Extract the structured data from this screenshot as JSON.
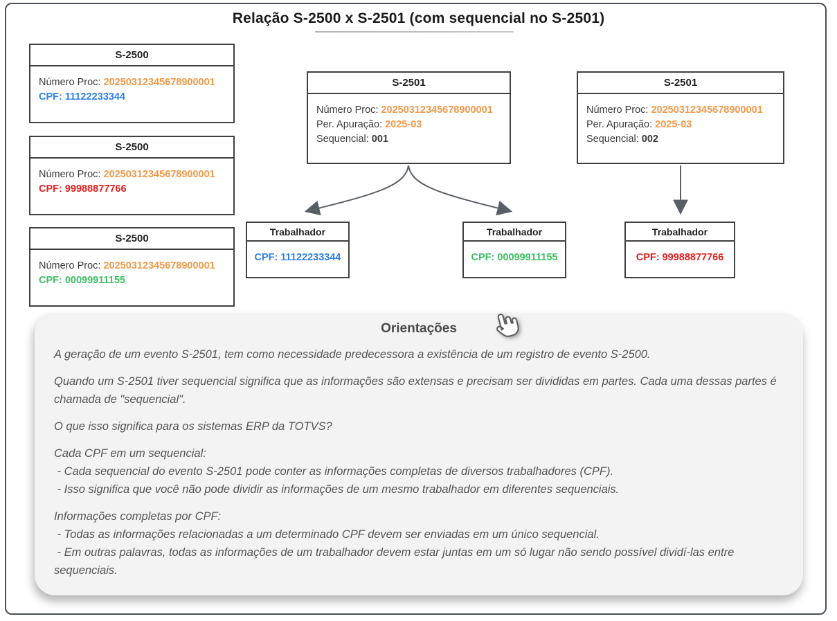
{
  "title": "Relação S-2500 x S-2501 (com sequencial no S-2501)",
  "colors": {
    "orange": "#F2994A",
    "blue": "#2F80ED",
    "red": "#E02020",
    "green": "#3DBE63",
    "arrow": "#5A5F66",
    "box_border": "#404040",
    "panel_bg": "#F3F3F3",
    "orientation_text": "#545454"
  },
  "diagram": {
    "s2500_boxes": [
      {
        "title": "S-2500",
        "numero_label": "Número Proc:",
        "numero_value": "20250312345678900001",
        "cpf_label": "CPF:",
        "cpf_value": "11122233344",
        "cpf_color": "#2F80ED"
      },
      {
        "title": "S-2500",
        "numero_label": "Número Proc:",
        "numero_value": "20250312345678900001",
        "cpf_label": "CPF:",
        "cpf_value": "99988877766",
        "cpf_color": "#E02020"
      },
      {
        "title": "S-2500",
        "numero_label": "Número Proc:",
        "numero_value": "20250312345678900001",
        "cpf_label": "CPF:",
        "cpf_value": "00099911155",
        "cpf_color": "#3DBE63"
      }
    ],
    "s2501_boxes": [
      {
        "title": "S-2501",
        "numero_label": "Número Proc:",
        "numero_value": "20250312345678900001",
        "periodo_label": "Per. Apuração:",
        "periodo_value": "2025-03",
        "sequencial_label": "Sequencial:",
        "sequencial_value": "001"
      },
      {
        "title": "S-2501",
        "numero_label": "Número Proc:",
        "numero_value": "20250312345678900001",
        "periodo_label": "Per. Apuração:",
        "periodo_value": "2025-03",
        "sequencial_label": "Sequencial:",
        "sequencial_value": "002"
      }
    ],
    "trabalhador_boxes": [
      {
        "title": "Trabalhador",
        "cpf_label": "CPF:",
        "cpf_value": "11122233344",
        "cpf_color": "#2F80ED"
      },
      {
        "title": "Trabalhador",
        "cpf_label": "CPF:",
        "cpf_value": "00099911155",
        "cpf_color": "#3DBE63"
      },
      {
        "title": "Trabalhador",
        "cpf_label": "CPF:",
        "cpf_value": "99988877766",
        "cpf_color": "#E02020"
      }
    ]
  },
  "orientacoes": {
    "heading": "Orientações",
    "cursor_icon": "hand-pointer",
    "paragraphs": [
      "A geração de um evento S-2501, tem como necessidade predecessora a existência de um registro de evento S-2500.",
      "Quando um S-2501 tiver sequencial significa que as informações são extensas e precisam ser divididas em partes. Cada uma dessas partes é chamada de \"sequencial\".",
      "O que isso significa para os sistemas ERP da TOTVS?",
      "Cada CPF em um sequencial:\n - Cada sequencial do evento S-2501 pode conter as informações completas de diversos trabalhadores (CPF).\n - Isso significa que você não pode dividir as informações de um mesmo trabalhador em diferentes sequenciais.",
      "Informações completas por CPF:\n - Todas as informações relacionadas a um determinado CPF devem ser enviadas em um único sequencial.\n - Em outras palavras, todas as informações de um trabalhador devem estar juntas em um só lugar não sendo possível dividí-las entre sequenciais."
    ]
  }
}
